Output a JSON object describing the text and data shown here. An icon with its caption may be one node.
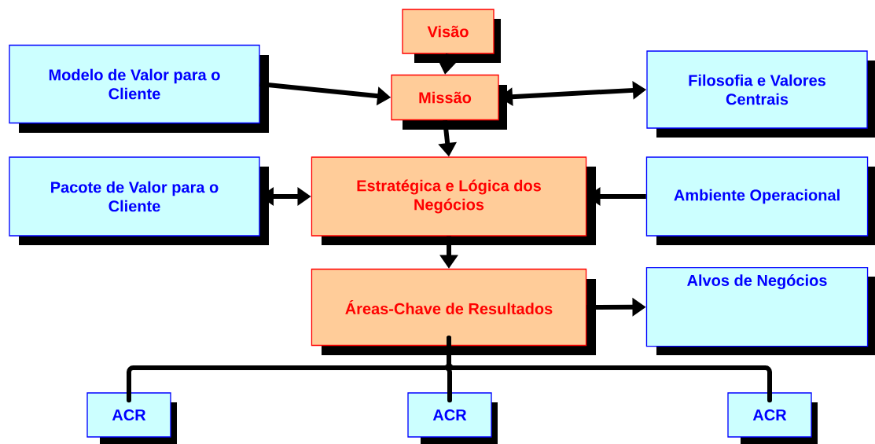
{
  "diagram": {
    "nodes": [
      {
        "text": [
          "Visão"
        ]
      },
      {
        "text": [
          "Modelo de Valor para o Cliente"
        ]
      },
      {
        "text": [
          "Missão"
        ]
      },
      {
        "text": [
          "Filosofia e Valores Centrais"
        ]
      },
      {
        "text": [
          "Pacote de Valor para o Cliente"
        ]
      },
      {
        "text": [
          "Estratégica e Lógica dos Negócios"
        ]
      },
      {
        "text": [
          "Ambiente Operacional"
        ]
      },
      {
        "text": [
          "Áreas-Chave de Resultados"
        ]
      },
      {
        "text": [
          "Alvos de Negócios"
        ]
      },
      {
        "text": [
          "ACR"
        ]
      },
      {
        "text": [
          "ACR"
        ]
      },
      {
        "text": [
          "ACR"
        ]
      }
    ],
    "edges": [
      {
        "from": 0,
        "to": 2,
        "arrow": "to"
      },
      {
        "from": 1,
        "to": 2,
        "arrow": "to"
      },
      {
        "from": 2,
        "to": 3,
        "arrow": "both"
      },
      {
        "from": 2,
        "to": 5,
        "arrow": "to"
      },
      {
        "from": 4,
        "to": 5,
        "arrow": "both"
      },
      {
        "from": 6,
        "to": 5,
        "arrow": "to"
      },
      {
        "from": 5,
        "to": 7,
        "arrow": "to"
      },
      {
        "from": 7,
        "to": 8,
        "arrow": "to"
      },
      {
        "from": 7,
        "to": 9,
        "arrow": "none"
      },
      {
        "from": 7,
        "to": 10,
        "arrow": "none"
      },
      {
        "from": 7,
        "to": 11,
        "arrow": "none"
      }
    ]
  }
}
